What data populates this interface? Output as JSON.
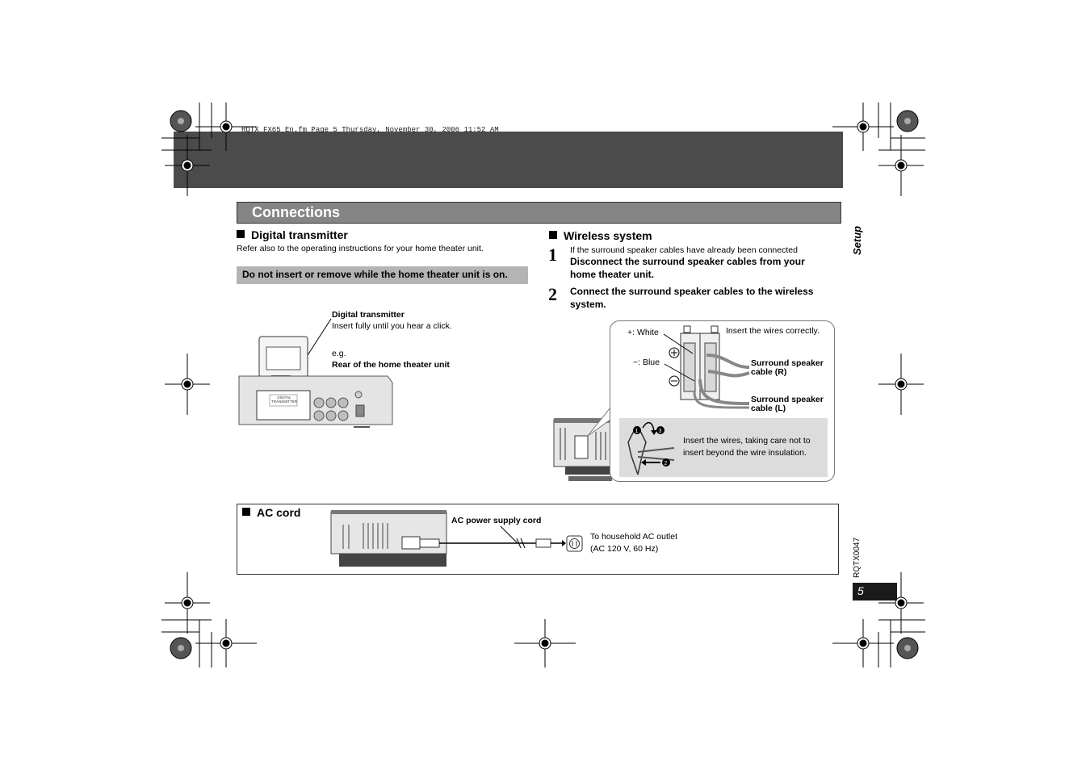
{
  "file_info": "RQTX FX65 En.fm  Page 5  Thursday, November 30, 2006  11:52 AM",
  "title": "Connections",
  "digital": {
    "heading": "Digital transmitter",
    "intro": "Refer also to the operating instructions for your home theater unit.",
    "warning": "Do not insert or remove while the home theater unit is on.",
    "label_title": "Digital transmitter",
    "label_text": "Insert fully until you hear a click.",
    "eg": "e.g.",
    "rear_label": "Rear of the home theater unit",
    "module_text": "DIGITAL TRANSMITTER"
  },
  "wireless": {
    "heading": "Wireless system",
    "step1_num": "1",
    "step1_note": "If the surround speaker cables have already been connected",
    "step1_line1": "Disconnect the surround speaker cables from your",
    "step1_line2": "home theater unit.",
    "step2_num": "2",
    "step2_line1": "Connect the surround speaker cables to the wireless",
    "step2_line2": "system.",
    "plus_white": "+: White",
    "minus_blue": "−: Blue",
    "insert_correctly": "Insert the wires correctly.",
    "cable_r_1": "Surround speaker",
    "cable_r_2": "cable (R)",
    "cable_l_1": "Surround speaker",
    "cable_l_2": "cable (L)",
    "insert_note_1": "Insert the wires, taking care not to",
    "insert_note_2": "insert beyond the wire insulation."
  },
  "ac": {
    "heading": "AC cord",
    "cord_label": "AC power supply cord",
    "outlet_1": "To household AC outlet",
    "outlet_2": "(AC 120 V, 60 Hz)"
  },
  "side_label": "Setup",
  "doc_code": "RQTX0047",
  "page_number": "5"
}
